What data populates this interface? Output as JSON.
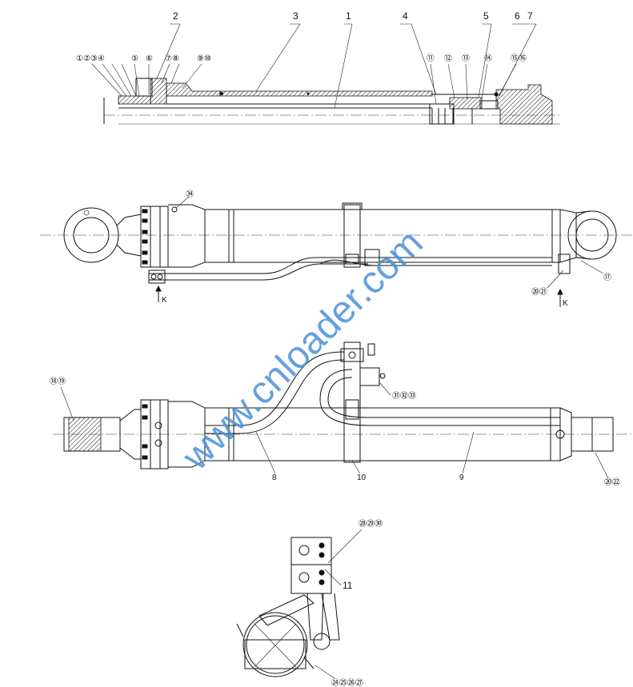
{
  "section_view": {
    "callouts_top": [
      "2",
      "3",
      "1",
      "4",
      "5",
      "6",
      "7"
    ],
    "callouts_circled": [
      "①②③④",
      "⑤",
      "⑥",
      "⑦⑧",
      "⑨⑩",
      "⑪",
      "⑫",
      "⑬",
      "⑭",
      "⑮⑯"
    ]
  },
  "elevation_view": {
    "callouts": [
      "㉞",
      "⑰",
      "⑳㉑"
    ],
    "arrow_labels": [
      "K",
      "K"
    ]
  },
  "plan_view": {
    "callouts": [
      "⑱⑲",
      "㉛㉜㉝",
      "⑳㉒",
      "8",
      "10",
      "9"
    ]
  },
  "detail_k": {
    "callouts": [
      "㉘㉙㉚",
      "11",
      "㉔㉕㉖㉗"
    ]
  },
  "watermark": "www.cnloader.com"
}
